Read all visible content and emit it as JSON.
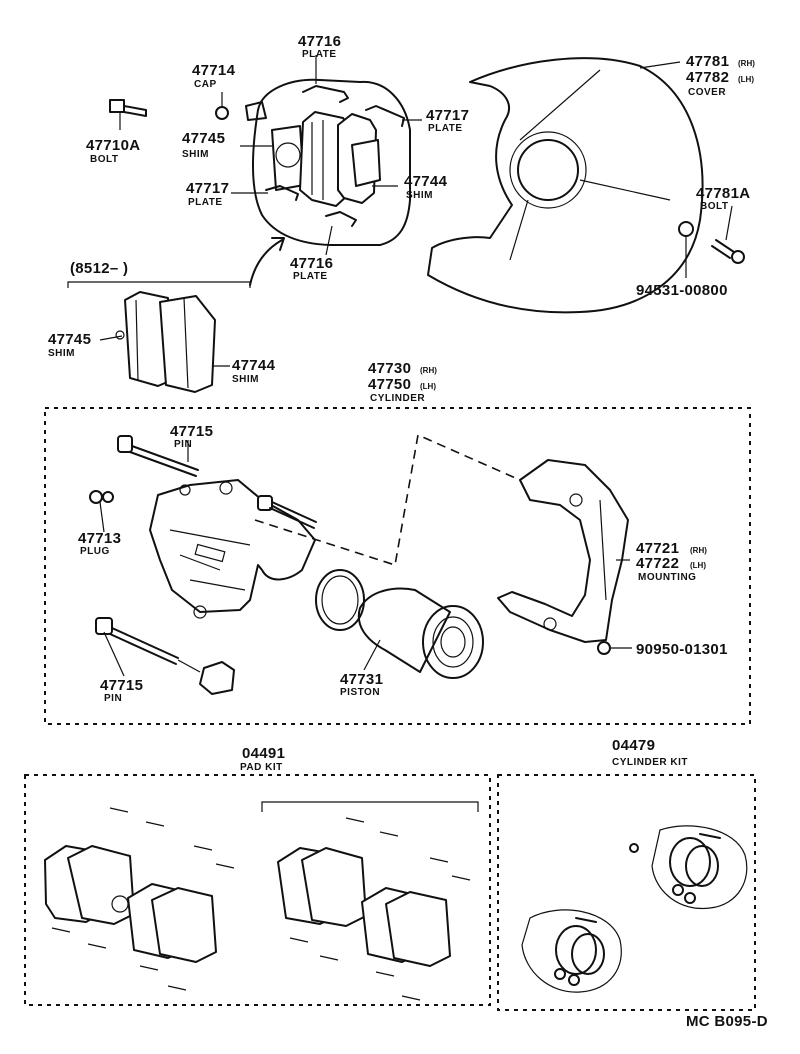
{
  "labels": {
    "l47716_top": {
      "number": "47716",
      "name": "PLATE"
    },
    "l47714": {
      "number": "47714",
      "name": "CAP"
    },
    "l47710a": {
      "number": "47710A",
      "name": "BOLT"
    },
    "l47745_top": {
      "number": "47745",
      "name": "SHIM"
    },
    "l47717_right": {
      "number": "47717",
      "name": "PLATE"
    },
    "l47744_top": {
      "number": "47744",
      "name": "SHIM"
    },
    "l47717_left": {
      "number": "47717",
      "name": "PLATE"
    },
    "l47716_bottom": {
      "number": "47716",
      "name": "PLATE"
    },
    "l47781": {
      "number": "47781",
      "suffix": "(RH)"
    },
    "l47782": {
      "number": "47782",
      "suffix": "(LH)",
      "name": "COVER"
    },
    "l47781a": {
      "number": "47781A",
      "name": "BOLT"
    },
    "l94531": {
      "number": "94531-00800"
    },
    "date_range": "(8512–         )",
    "l47745_mid": {
      "number": "47745",
      "name": "SHIM"
    },
    "l47744_mid": {
      "number": "47744",
      "name": "SHIM"
    },
    "l47730": {
      "number": "47730",
      "suffix": "(RH)"
    },
    "l47750": {
      "number": "47750",
      "suffix": "(LH)",
      "name": "CYLINDER"
    },
    "l47715_top": {
      "number": "47715",
      "name": "PIN"
    },
    "l47713": {
      "number": "47713",
      "name": "PLUG"
    },
    "l47721": {
      "number": "47721",
      "suffix": "(RH)"
    },
    "l47722": {
      "number": "47722",
      "suffix": "(LH)",
      "name": "MOUNTING"
    },
    "l90950": {
      "number": "90950-01301"
    },
    "l47715_bottom": {
      "number": "47715",
      "name": "PIN"
    },
    "l47731": {
      "number": "47731",
      "name": "PISTON"
    },
    "l04491": {
      "number": "04491",
      "name": "PAD KIT"
    },
    "l04479": {
      "number": "04479",
      "name": "CYLINDER KIT"
    },
    "footer_code": "MC  B095-D"
  }
}
